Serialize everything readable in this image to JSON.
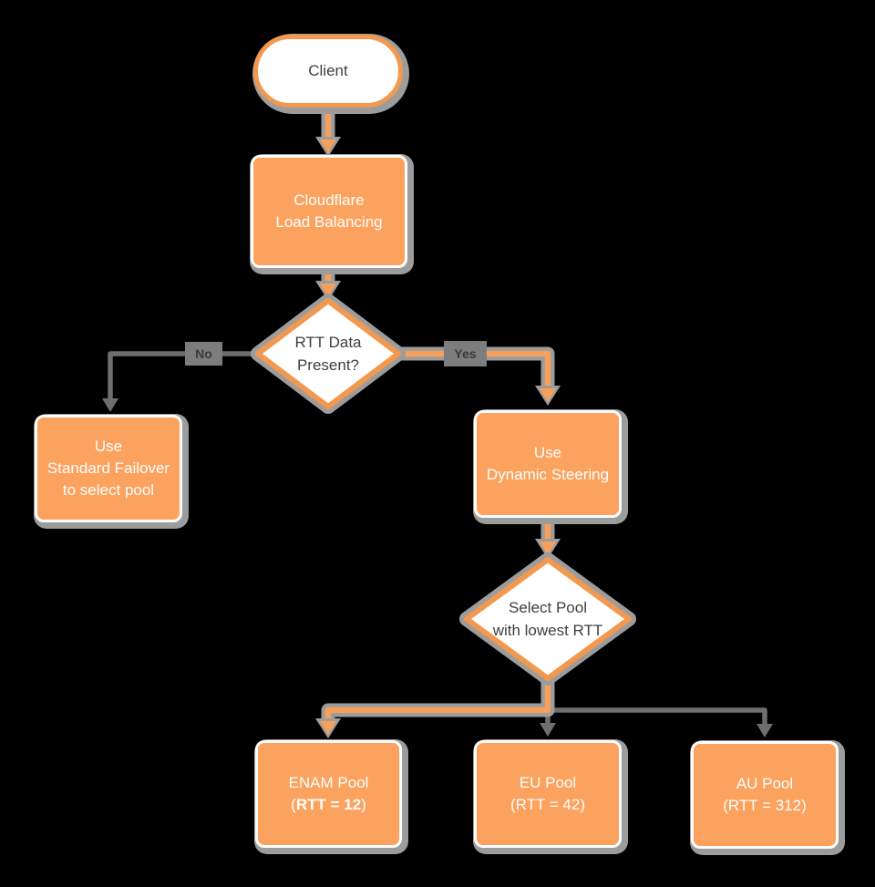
{
  "colors": {
    "background": "#000000",
    "node_fill_orange": "#FBA25E",
    "node_stroke_orange": "#F2994F",
    "connector_orange": "#F5A05C",
    "connector_gray": "#6E6E6E",
    "shadow_gray": "#9C9C9C",
    "edge_label_bg": "#7D7D7D",
    "dark_text": "#3F3F3F",
    "white_text": "#FFFFFF"
  },
  "nodes": {
    "client": {
      "label": "Client"
    },
    "load_balancer": {
      "line1": "Cloudflare",
      "line2": "Load Balancing"
    },
    "rtt_decision": {
      "line1": "RTT Data",
      "line2": "Present?"
    },
    "standard_failover": {
      "line1": "Use",
      "line2": "Standard Failover",
      "line3": "to select pool"
    },
    "dynamic_steering": {
      "line1": "Use",
      "line2": "Dynamic Steering"
    },
    "select_pool": {
      "line1": "Select Pool",
      "line2": "with lowest RTT"
    },
    "enam_pool": {
      "line1": "ENAM Pool",
      "line2_prefix": "(",
      "line2_bold": "RTT = 12",
      "line2_suffix": ")"
    },
    "eu_pool": {
      "line1": "EU Pool",
      "line2": "(RTT = 42)"
    },
    "au_pool": {
      "line1": "AU Pool",
      "line2": "(RTT = 312)"
    }
  },
  "edge_labels": {
    "no": "No",
    "yes": "Yes"
  }
}
